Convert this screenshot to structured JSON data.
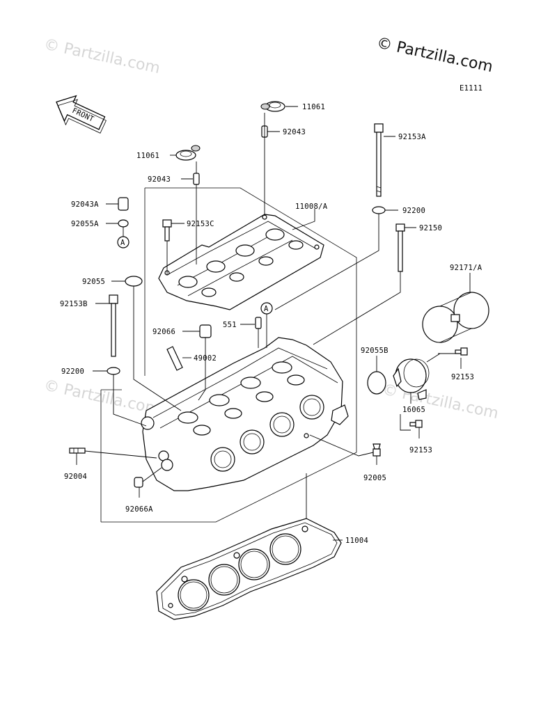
{
  "copyright": "© Partzilla.com",
  "watermarks": [
    {
      "text": "© Partzilla.com"
    },
    {
      "text": "© Partzilla.com"
    },
    {
      "text": "© Partzilla.com"
    }
  ],
  "diagram_code": "E1111",
  "front_arrow_label": "FRONT",
  "callout_marker": "A",
  "labels": {
    "p11061_top": "11061",
    "p92043_top": "92043",
    "p92153A": "92153A",
    "p11061_left": "11061",
    "p92043_left": "92043",
    "p92200_right": "92200",
    "p92043A": "92043A",
    "p11008A": "11008/A",
    "p92055A": "92055A",
    "p92153C": "92153C",
    "p92150": "92150",
    "p92171A": "92171/A",
    "p92055": "92055",
    "p92153B": "92153B",
    "p551": "551",
    "p92066": "92066",
    "p49002": "49002",
    "p92055B": "92055B",
    "p92153_upper": "92153",
    "p92200_left": "92200",
    "p16065": "16065",
    "p92153_lower": "92153",
    "p92004": "92004",
    "p92005": "92005",
    "p92066A": "92066A",
    "p11004": "11004"
  },
  "colors": {
    "ink": "#000000",
    "watermark": "#d6d6d6",
    "background": "#ffffff"
  }
}
